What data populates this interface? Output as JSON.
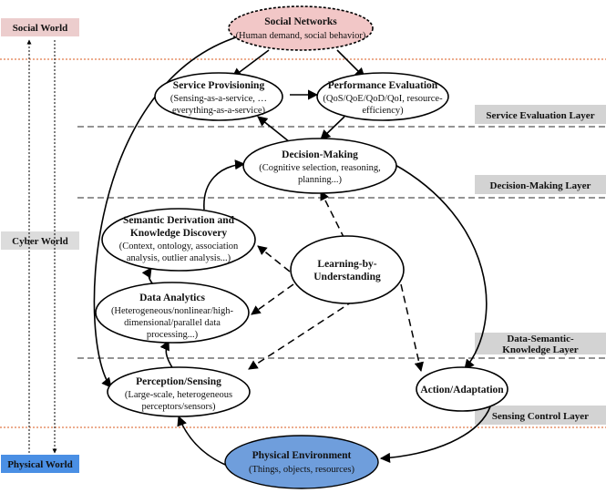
{
  "colors": {
    "social_world_bg": "#eccdcd",
    "cyber_world_bg": "#dcdcdc",
    "physical_world_bg": "#4a8fe4",
    "layer_bg": "#d3d3d3",
    "social_networks_fill": "#f2c7c7",
    "physical_env_fill": "#6f9edc",
    "world_divider": "#e07a4a",
    "layer_divider": "#555555"
  },
  "worlds": {
    "social": "Social World",
    "cyber": "Cyber World",
    "physical": "Physical World"
  },
  "layers": {
    "service_evaluation": "Service Evaluation Layer",
    "decision_making": "Decision-Making Layer",
    "data_semantic_line1": "Data-Semantic-",
    "data_semantic_line2": "Knowledge Layer",
    "sensing_control": "Sensing Control Layer"
  },
  "nodes": {
    "social_networks": {
      "title": "Social Networks",
      "line1": "(Human demand, social behavior)"
    },
    "service_provisioning": {
      "title": "Service Provisioning",
      "line1": "(Sensing-as-a-service, …",
      "line2": "everything-as-a-service)"
    },
    "performance_evaluation": {
      "title": "Performance Evaluation",
      "line1": "(QoS/QoE/QoD/QoI, resource-",
      "line2": "efficiency)"
    },
    "decision_making": {
      "title": "Decision-Making",
      "line1": "(Cognitive selection, reasoning,",
      "line2": "planning...)"
    },
    "semantic_derivation": {
      "title1": "Semantic Derivation and",
      "title2": "Knowledge Discovery",
      "line1": "(Context, ontology, association",
      "line2": "analysis, outlier analysis...)"
    },
    "learning": {
      "title1": "Learning-by-",
      "title2": "Understanding"
    },
    "data_analytics": {
      "title": "Data Analytics",
      "line1": "(Heterogeneous/nonlinear/high-",
      "line2": "dimensional/parallel data",
      "line3": "processing...)"
    },
    "perception_sensing": {
      "title": "Perception/Sensing",
      "line1": "(Large-scale, heterogeneous",
      "line2": "perceptors/sensors)"
    },
    "action_adaptation": {
      "title": "Action/Adaptation"
    },
    "physical_environment": {
      "title": "Physical Environment",
      "line1": "(Things, objects, resources)"
    }
  }
}
